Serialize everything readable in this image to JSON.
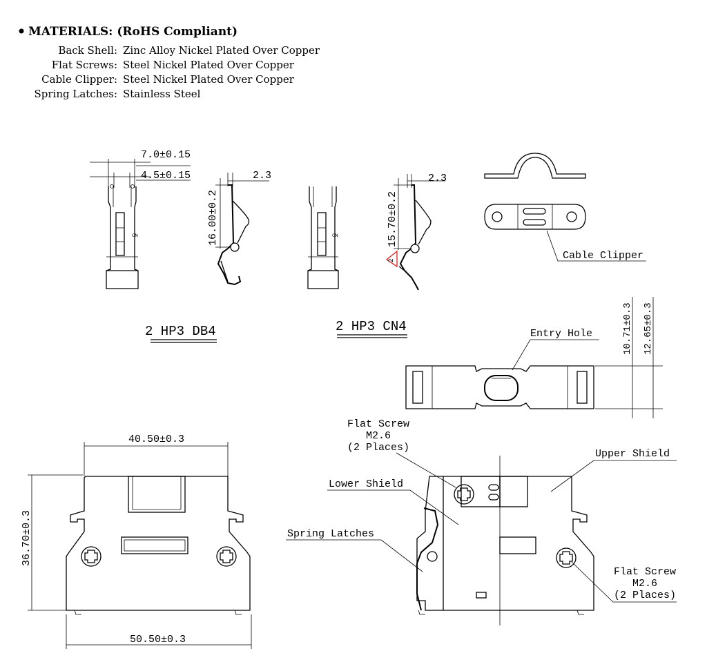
{
  "materials": {
    "heading": "MATERIALS: (RoHS Compliant)",
    "rows": [
      {
        "label": "Back Shell:",
        "value": "Zinc Alloy Nickel Plated Over Copper"
      },
      {
        "label": "Flat Screws:",
        "value": "Steel Nickel Plated Over Copper"
      },
      {
        "label": "Cable Clipper:",
        "value": "Steel Nickel Plated Over Copper"
      },
      {
        "label": "Spring Latches:",
        "value": "Stainless Steel"
      }
    ]
  },
  "models": {
    "db4": "2 HP3 DB4",
    "cn4": "2 HP3 CN4"
  },
  "dims": {
    "width_7": "7.0±0.15",
    "width_45": "4.5±0.15",
    "height_16": "16.00±0.2",
    "offset_db": "2.3",
    "offset_cn": "2.3",
    "height_157": "15.70±0.2",
    "rev_mark": "2",
    "hole_1071": "10.71±0.3",
    "hole_1265": "12.65±0.3",
    "front_top": "40.50±0.3",
    "front_bottom": "50.50±0.3",
    "front_height": "36.70±0.3"
  },
  "callouts": {
    "cable_clipper": "Cable Clipper",
    "entry_hole": "Entry Hole",
    "flat_screw_top": [
      "Flat Screw",
      "M2.6",
      "(2 Places)"
    ],
    "upper_shield": "Upper Shield",
    "lower_shield": "Lower Shield",
    "spring_latches": "Spring Latches",
    "flat_screw_right": [
      "Flat Screw",
      "M2.6",
      "(2 Places)"
    ]
  },
  "colors": {
    "rev_triangle": "#e02020"
  }
}
